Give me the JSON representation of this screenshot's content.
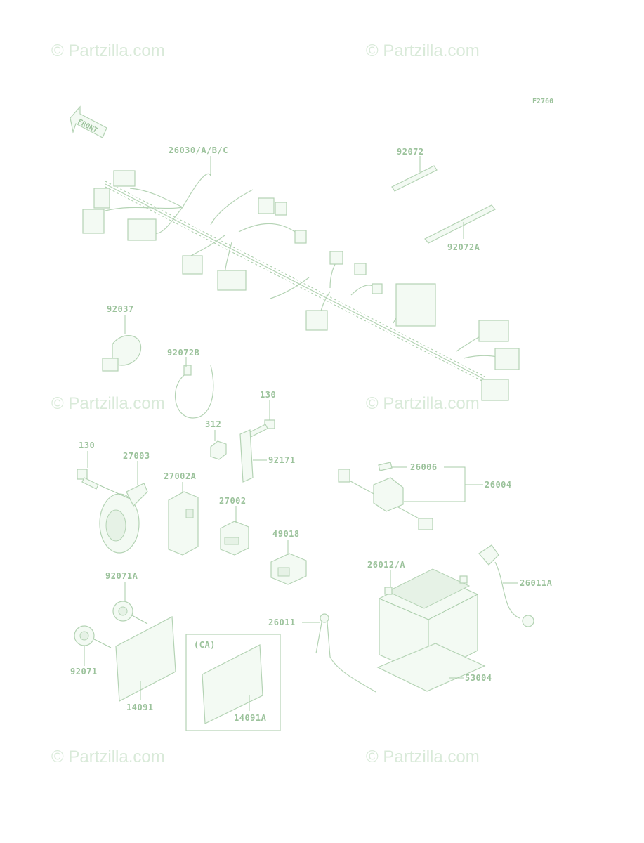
{
  "watermarks": [
    "© Partzilla.com",
    "© Partzilla.com",
    "© Partzilla.com",
    "© Partzilla.com",
    "© Partzilla.com",
    "© Partzilla.com"
  ],
  "figure_code": "F2760",
  "front_arrow_label": "FRONT",
  "labels": {
    "harness": "26030/A/B/C",
    "tie_92072": "92072",
    "tie_92072A": "92072A",
    "clamp_92037": "92037",
    "band_92072B": "92072B",
    "bolt_130_a": "130",
    "nut_312": "312",
    "bracket_92171": "92171",
    "bolt_130_b": "130",
    "horn_27003": "27003",
    "relay_27002A": "27002A",
    "relay_27002": "27002",
    "connector_49018": "49018",
    "fuse_26006": "26006",
    "fuse_holder_26004": "26004",
    "battery_26012": "26012/A",
    "cable_26011A": "26011A",
    "cable_26011": "26011",
    "sheet_53004": "53004",
    "damper_92071A": "92071A",
    "damper_92071": "92071",
    "cover_14091": "14091",
    "ca_tag": "(CA)",
    "cover_14091A": "14091A"
  }
}
